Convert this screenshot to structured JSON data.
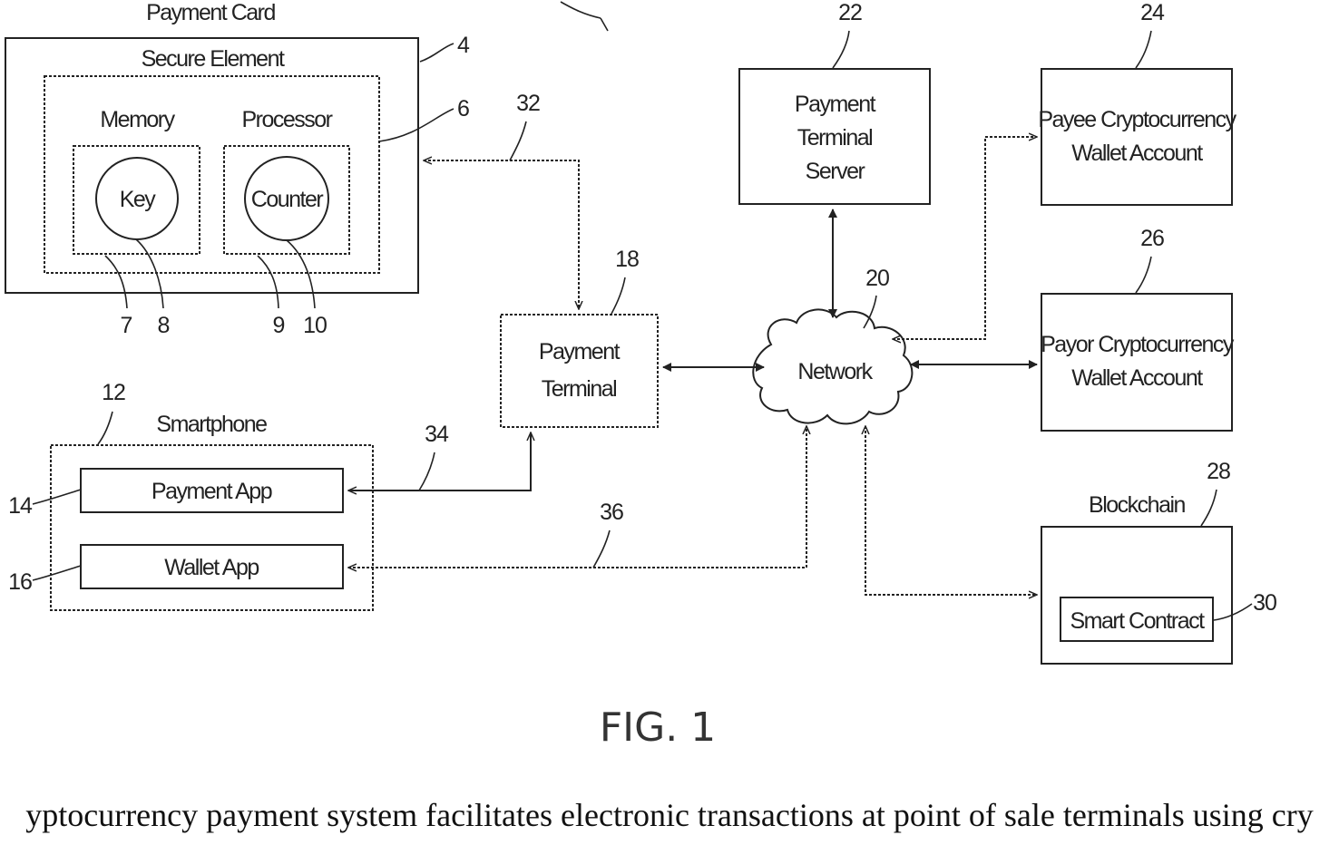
{
  "diagram": {
    "payment_card": {
      "title": "Payment Card",
      "ref": "4"
    },
    "secure_element": {
      "title": "Secure Element",
      "ref": "6"
    },
    "memory": {
      "title": "Memory",
      "ref": "7"
    },
    "key": {
      "label": "Key",
      "ref": "8"
    },
    "processor": {
      "title": "Processor",
      "ref": "9"
    },
    "counter": {
      "label": "Counter",
      "ref": "10"
    },
    "smartphone": {
      "title": "Smartphone",
      "ref": "12"
    },
    "payment_app": {
      "label": "Payment App",
      "ref": "14"
    },
    "wallet_app": {
      "label": "Wallet App",
      "ref": "16"
    },
    "payment_terminal": {
      "line1": "Payment",
      "line2": "Terminal",
      "ref": "18"
    },
    "network": {
      "label": "Network",
      "ref": "20"
    },
    "payment_terminal_server": {
      "line1": "Payment",
      "line2": "Terminal",
      "line3": "Server",
      "ref": "22"
    },
    "payee_wallet": {
      "line1": "Payee Cryptocurrency",
      "line2": "Wallet Account",
      "ref": "24"
    },
    "payor_wallet": {
      "line1": "Payor Cryptocurrency",
      "line2": "Wallet Account",
      "ref": "26"
    },
    "blockchain": {
      "title": "Blockchain",
      "ref": "28"
    },
    "smart_contract": {
      "label": "Smart Contract",
      "ref": "30"
    },
    "connection_refs": {
      "card_terminal": "32",
      "payment_app_terminal": "34",
      "wallet_app_network": "36"
    },
    "figure_label": "FIG. 1"
  },
  "caption": "yptocurrency payment system facilitates electronic transactions at point of sale terminals using cry"
}
